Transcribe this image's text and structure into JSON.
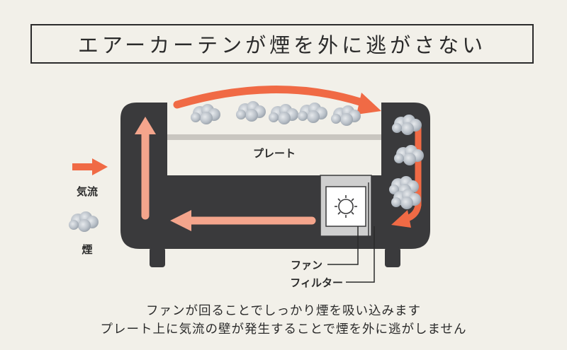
{
  "title": "エアーカーテンが煙を外に逃がさない",
  "labels": {
    "plate": "プレート",
    "fan": "ファン",
    "filter": "フィルター"
  },
  "legend": {
    "airflow": "気流",
    "smoke": "煙"
  },
  "captions": [
    "ファンが回ることでしっかり煙を吸い込みます",
    "プレート上に気流の壁が発生することで煙を外に逃がしません"
  ],
  "colors": {
    "background": "#f2f0e9",
    "body": "#3a3a3c",
    "arrow_main": "#f06a45",
    "arrow_light": "#f4a58c",
    "smoke": "#b9c0c8",
    "plate": "#c9c6c0",
    "fan_box": "#c8c8c8"
  }
}
